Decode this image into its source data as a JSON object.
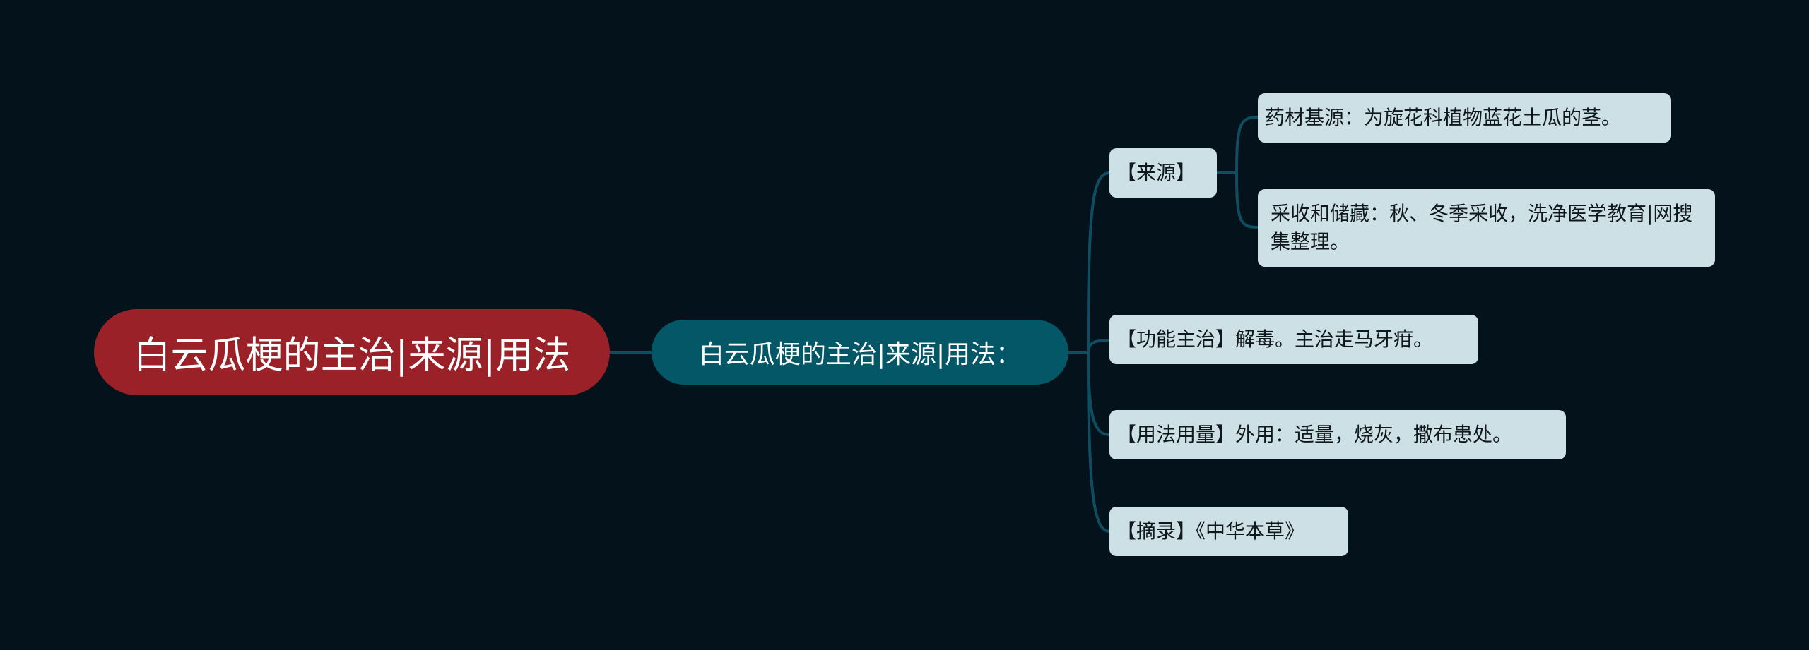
{
  "mindmap": {
    "root": {
      "label": "白云瓜梗的主治|来源|用法"
    },
    "main": {
      "label": "白云瓜梗的主治|来源|用法："
    },
    "branches": [
      {
        "label": "【来源】",
        "children": [
          {
            "label": "药材基源：为旋花科植物蓝花土瓜的茎。"
          },
          {
            "label": "采收和储藏：秋、冬季采收，洗净医学教育|网搜集整理。"
          }
        ]
      },
      {
        "label": "【功能主治】解毒。主治走马牙疳。"
      },
      {
        "label": "【用法用量】外用：适量，烧灰，撒布患处。"
      },
      {
        "label": "【摘录】《中华本草》"
      }
    ]
  },
  "colors": {
    "background": "#03121b",
    "root_fill": "#9b2128",
    "main_fill": "#045767",
    "leaf_fill": "#cde0e6",
    "connector": "#0f4e60"
  }
}
